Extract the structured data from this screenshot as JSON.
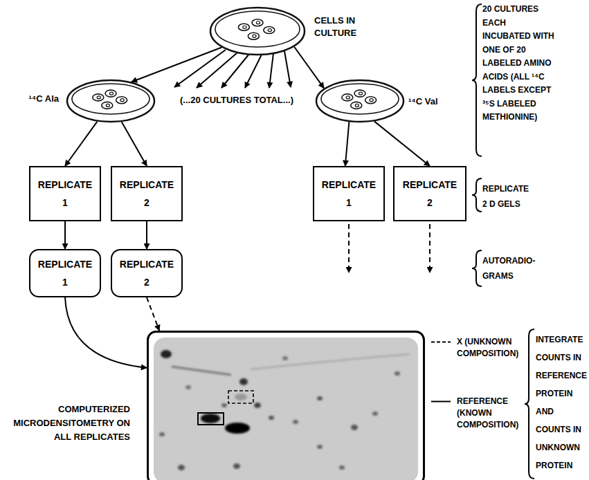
{
  "diagram": {
    "nodes": [
      {
        "text": [
          "CELLS IN CULTURE"
        ]
      },
      {
        "text": [
          "¹⁴C Ala"
        ]
      },
      {
        "text": [
          "¹⁴C Val"
        ]
      },
      {
        "text": [
          "REPLICATE 1"
        ]
      },
      {
        "text": [
          "REPLICATE 2"
        ]
      },
      {
        "text": [
          "REPLICATE 1"
        ]
      },
      {
        "text": [
          "REPLICATE 2"
        ]
      },
      {
        "text": [
          "REPLICATE 1"
        ]
      },
      {
        "text": [
          "REPLICATE 2"
        ]
      },
      {
        "text": [
          "COMPUTERIZED MICRODENSITOMETRY ON ALL REPLICATES"
        ]
      }
    ],
    "edges": [
      {
        "from": 0,
        "to": 1,
        "arrow": "to"
      },
      {
        "from": 0,
        "to": 2,
        "arrow": "to"
      },
      {
        "from": 1,
        "to": 3,
        "arrow": "to"
      },
      {
        "from": 1,
        "to": 4,
        "arrow": "to"
      },
      {
        "from": 2,
        "to": 5,
        "arrow": "to"
      },
      {
        "from": 2,
        "to": 6,
        "arrow": "to"
      },
      {
        "from": 3,
        "to": 7,
        "arrow": "to"
      },
      {
        "from": 4,
        "to": 8,
        "arrow": "to"
      },
      {
        "from": 7,
        "to": 9,
        "arrow": "to"
      },
      {
        "from": 8,
        "to": 9,
        "arrow": "to"
      }
    ],
    "labels": [
      "(...20 CULTURES TOTAL...)",
      "20 CULTURES EACH INCUBATED WITH ONE OF 20 LABELED AMINO ACIDS (ALL ¹⁴C LABELS EXCEPT ³⁵S LABELED METHIONINE)",
      "REPLICATE 2 D GELS",
      "AUTORADIO- GRAMS",
      "INTEGRATE COUNTS IN REFERENCE PROTEIN AND COUNTS IN UNKNOWN PROTEIN"
    ],
    "legend": [
      {
        "text": "X (UNKNOWN COMPOSITION)"
      },
      {
        "text": "REFERENCE (KNOWN COMPOSITION)"
      }
    ]
  }
}
